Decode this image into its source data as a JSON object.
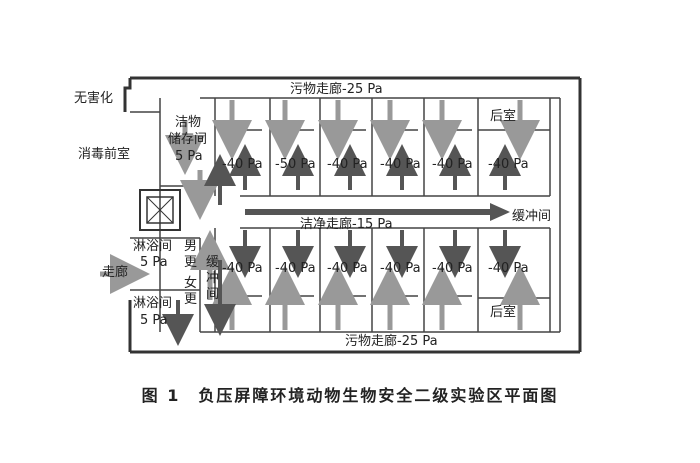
{
  "labels": {
    "harmless": "无害化",
    "disinfection_front": "消毒前室",
    "clean_storage_line1": "洁物",
    "clean_storage_line2": "储存间",
    "clean_storage_pressure": "5 Pa",
    "dirty_corridor_top": "污物走廊-25 Pa",
    "dirty_corridor_bottom": "污物走廊-25 Pa",
    "clean_corridor": "洁净走廊-15 Pa",
    "buffer_room": "缓冲间",
    "back_room_top": "后室",
    "back_room_bottom": "后室",
    "shower_top": "淋浴间",
    "shower_top_pressure": "5 Pa",
    "shower_bottom": "淋浴间",
    "shower_bottom_pressure": "5 Pa",
    "male_change": "男",
    "male_change_2": "更",
    "female_change": "女",
    "female_change_2": "更",
    "buffer_vertical_1": "缓",
    "buffer_vertical_2": "冲",
    "buffer_vertical_3": "间",
    "corridor": "走廊"
  },
  "top_rooms": [
    "-40 Pa",
    "-50 Pa",
    "-40 Pa",
    "-40 Pa",
    "-40 Pa",
    "-40 Pa"
  ],
  "bottom_rooms": [
    "-40 Pa",
    "-40 Pa",
    "-40 Pa",
    "-40 Pa",
    "-40 Pa",
    "-40 Pa"
  ],
  "caption": "图 1　负压屏障环境动物生物安全二级实验区平面图",
  "colors": {
    "wall": "#333333",
    "arrow_dark": "#555555",
    "arrow_light": "#999999"
  }
}
